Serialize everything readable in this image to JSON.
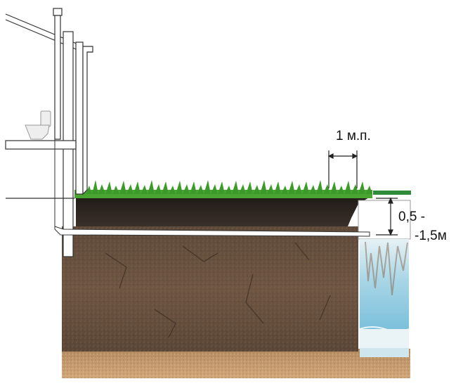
{
  "labels": {
    "trench_width": "1 м.п.",
    "depth_line1": "0,5 -",
    "depth_line2": "-1,5м"
  },
  "colors": {
    "grass": "#3c9a2a",
    "topsoil": "#2b2420",
    "soil": "#6b5441",
    "subsoil_sand": "#c59a6e",
    "pipe": "#ffffff",
    "tank_water": "#bfe3ef",
    "outline": "#333333"
  },
  "icons": [
    "toilet-icon"
  ]
}
